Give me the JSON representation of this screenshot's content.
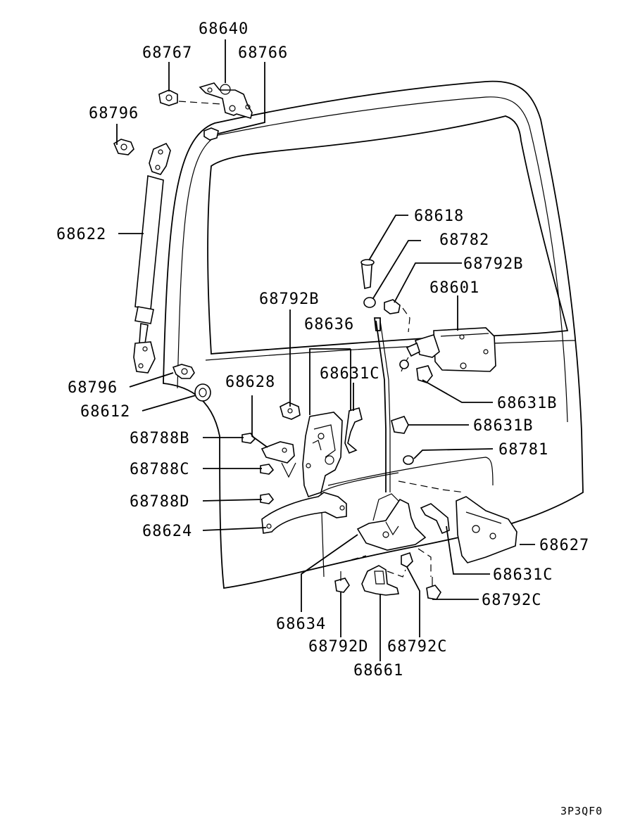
{
  "diagram": {
    "drawing_code": "3P3QF0",
    "labels": {
      "p68640": "68640",
      "p68767": "68767",
      "p68766": "68766",
      "p68796_top": "68796",
      "p68622": "68622",
      "p68618": "68618",
      "p68782": "68782",
      "p68792B_right": "68792B",
      "p68601": "68601",
      "p68792B_left": "68792B",
      "p68636": "68636",
      "p68631C_top": "68631C",
      "p68628": "68628",
      "p68796_bottom": "68796",
      "p68612": "68612",
      "p68631B_top": "68631B",
      "p68631B_mid": "68631B",
      "p68781": "68781",
      "p68788B": "68788B",
      "p68788C": "68788C",
      "p68788D": "68788D",
      "p68624": "68624",
      "p68627": "68627",
      "p68631C_bottom": "68631C",
      "p68792C_right": "68792C",
      "p68634": "68634",
      "p68792D": "68792D",
      "p68792C_bottom": "68792C",
      "p68661": "68661"
    }
  }
}
